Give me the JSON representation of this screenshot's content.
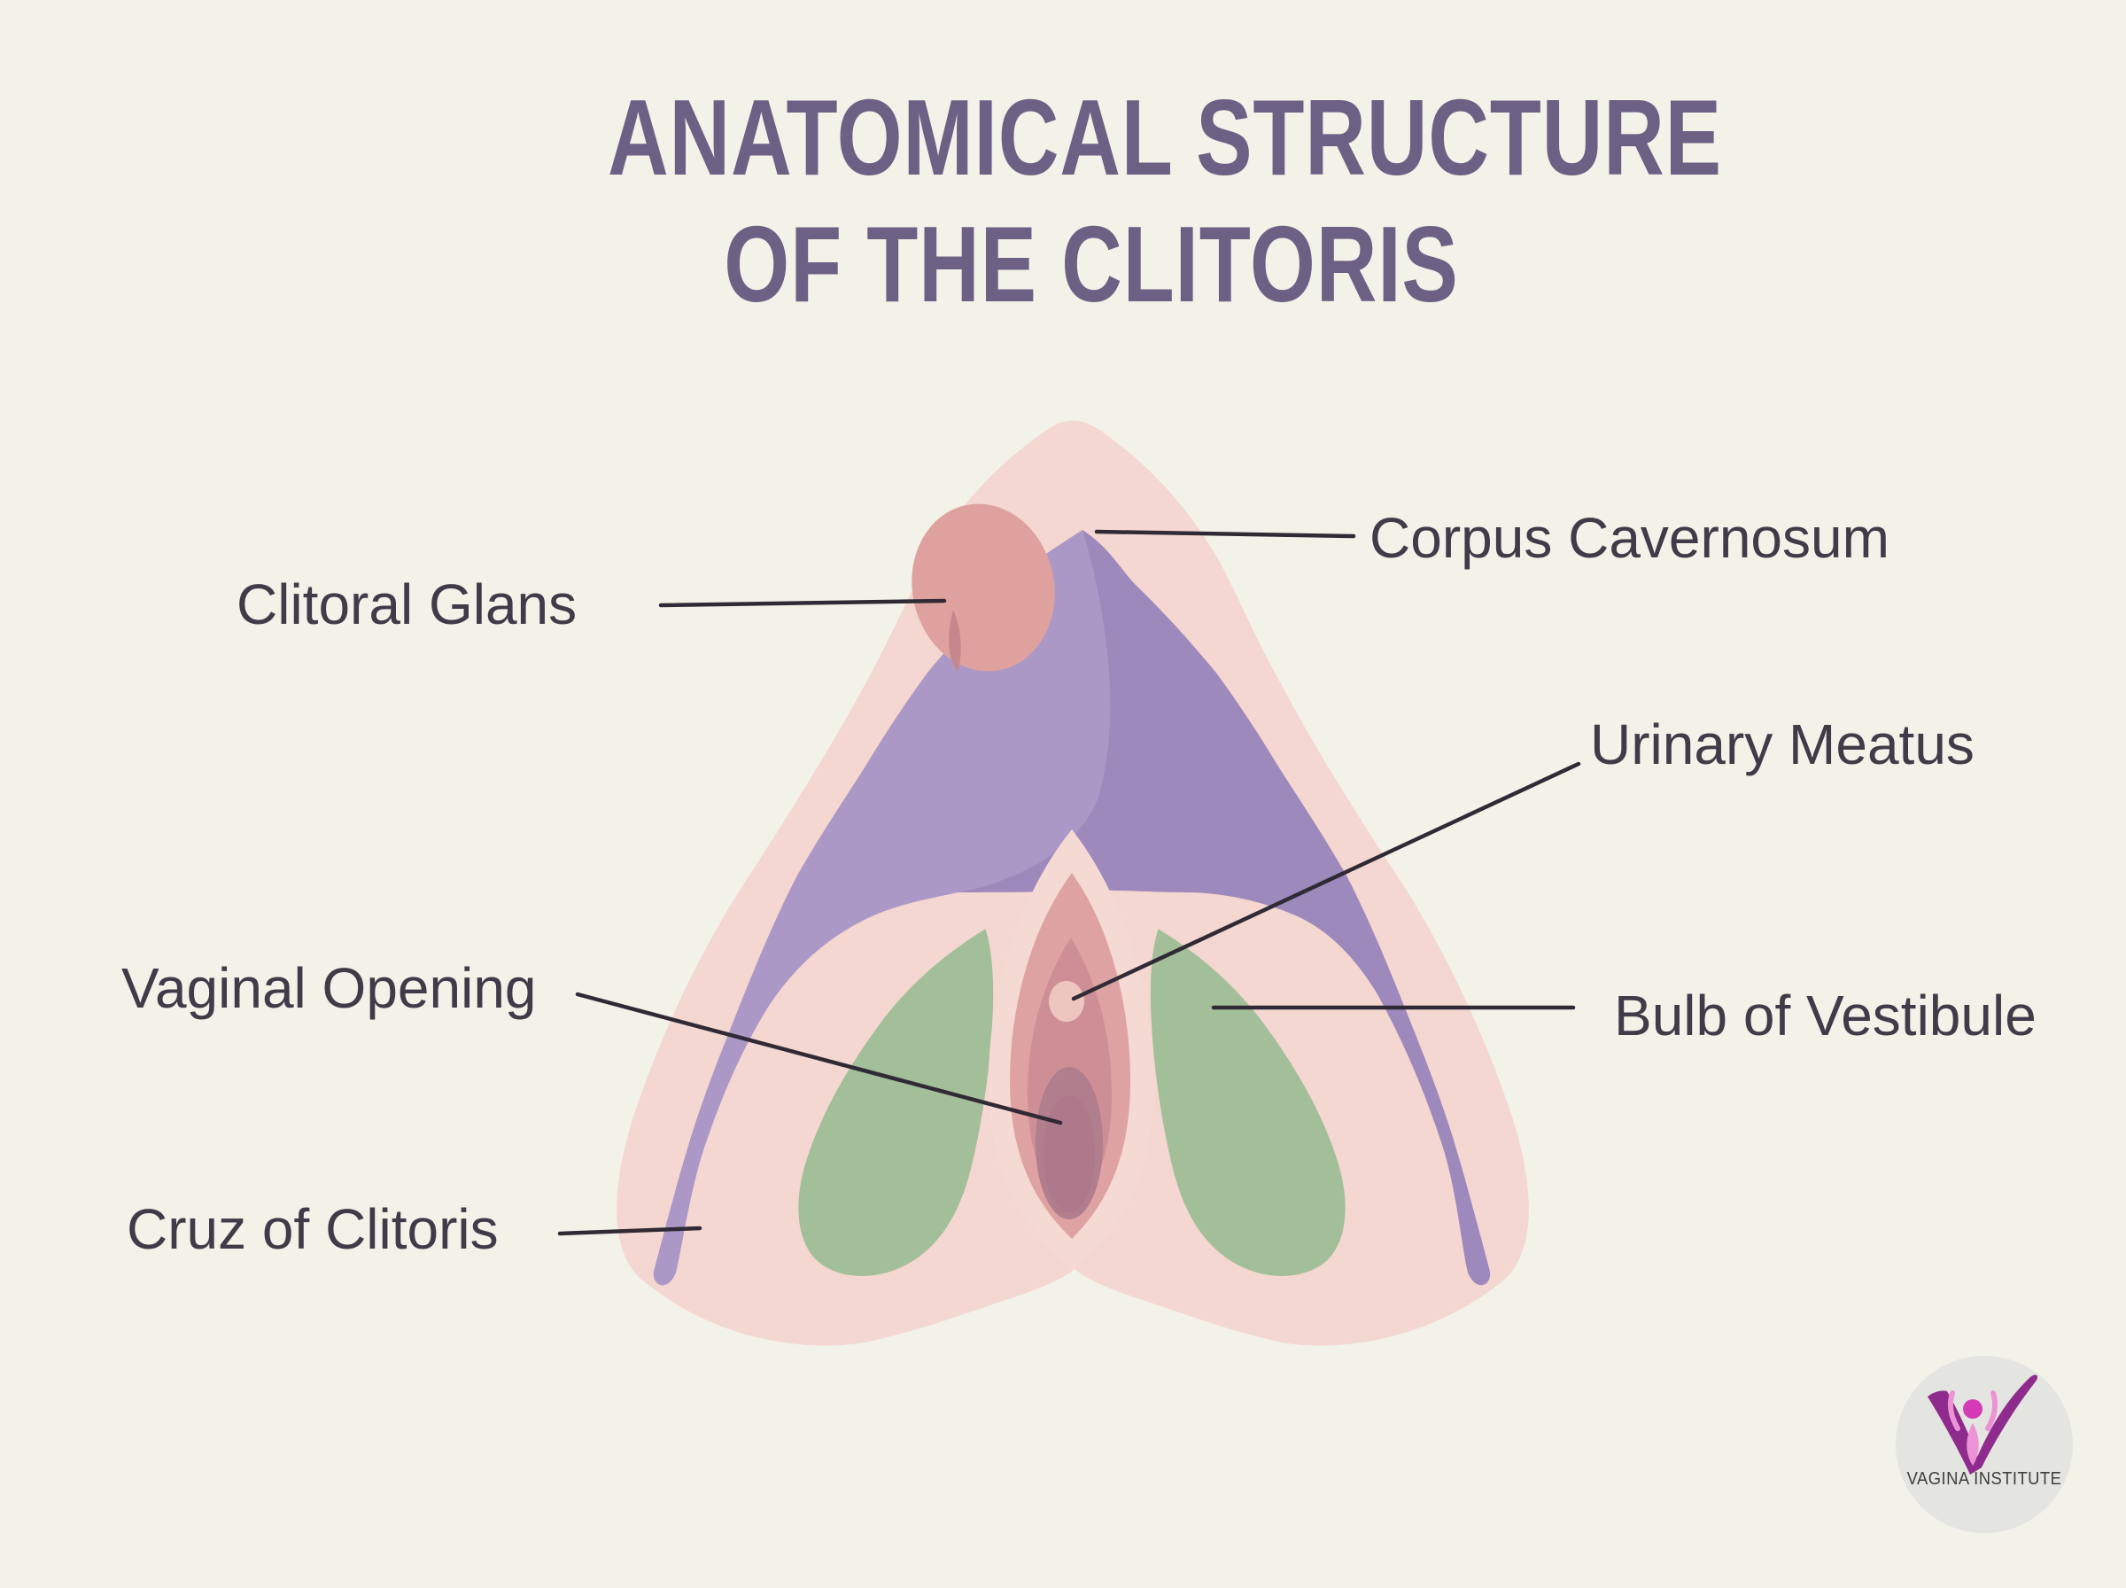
{
  "title": {
    "line1": "ANATOMICAL STRUCTURE",
    "line2": "OF THE CLITORIS"
  },
  "labels": {
    "clitoral_glans": "Clitoral Glans",
    "corpus_cavernosum": "Corpus Cavernosum",
    "urinary_meatus": "Urinary Meatus",
    "bulb_of_vestibule": "Bulb of Vestibule",
    "vaginal_opening": "Vaginal Opening",
    "cruz_of_clitoris": "Cruz of Clitoris"
  },
  "logo": {
    "text": "VAGINA INSTITUTE"
  },
  "colors": {
    "background": "#f2f2e9",
    "title_text": "#6c6084",
    "label_text": "#413a48",
    "leader_line": "#2f2a35",
    "outer_tissue_pink": "#f4d7d0",
    "glans_pink": "#dfa19d",
    "glans_cleft": "#c5868c",
    "corpus_purple": "#9d89bb",
    "crus_purple_light": "#ab98c6",
    "bulb_green": "#a3bf99",
    "petal_outer_pink": "#f5dad3",
    "petal_mid_rose": "#dfa2a2",
    "petal_inner_rose": "#cd8f95",
    "urinary_meatus_dot": "#eec6c0",
    "vaginal_opening_mauve": "#b17e8d",
    "logo_circle": "#e4e5e1",
    "logo_v_magenta": "#8e2b8d",
    "logo_figure_magenta": "#d53ab8",
    "logo_figure_pink": "#ec93d6",
    "logo_text": "#3f3f3f"
  }
}
